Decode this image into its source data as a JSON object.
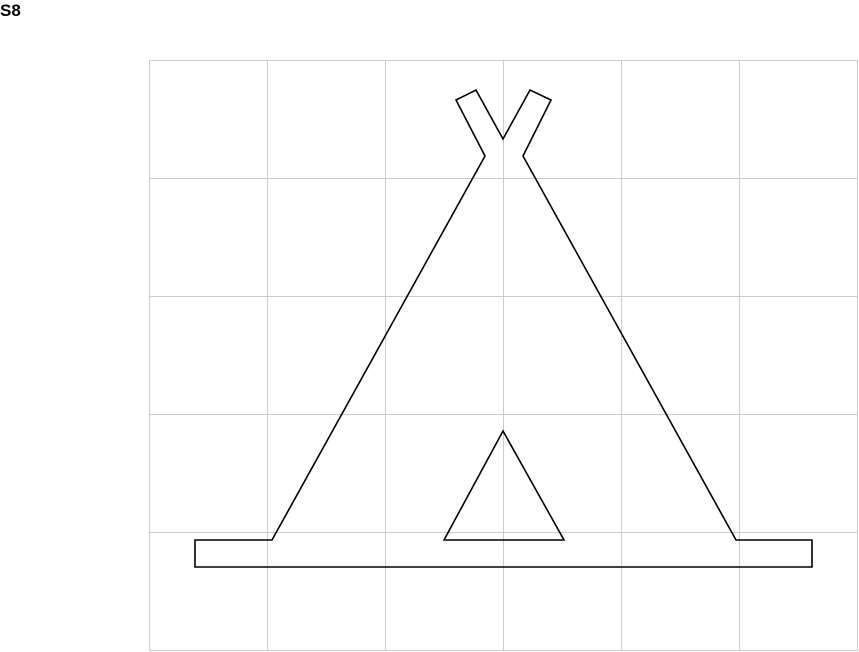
{
  "figure": {
    "label": "S8"
  },
  "grid": {
    "visible": true,
    "columns": 6,
    "rows": 5,
    "line_color": "#cccccc"
  },
  "shape": {
    "name": "tent-icon",
    "outline_color": "#000000",
    "fill_color": "none"
  }
}
